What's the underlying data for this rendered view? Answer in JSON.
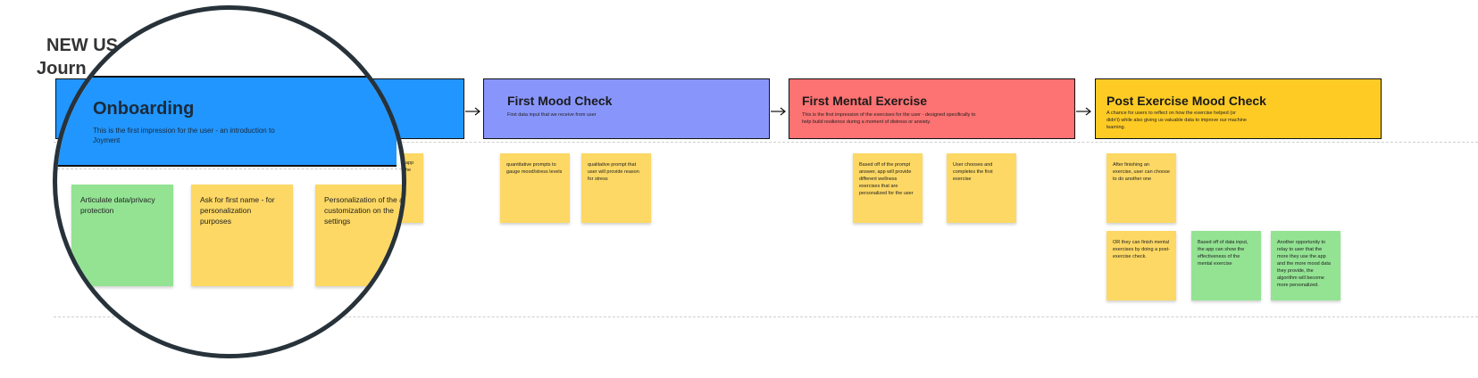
{
  "board": {
    "title_line1": "NEW US",
    "title_line2": "Journ"
  },
  "stages": [
    {
      "title": "Onboarding",
      "description": "This is the first impression for the user - an introduction to Joyment",
      "color": "#2196ff"
    },
    {
      "title": "First Mood Check",
      "description": "First data input that we receive from user",
      "color": "#8896fc"
    },
    {
      "title": "First Mental Exercise",
      "description": "This is the first impression of the exercises for the user - designed specifically to help build resilience during a moment of distress or anxiety.",
      "color": "#fd7272"
    },
    {
      "title": "Post Exercise Mood Check",
      "description": "A chance for users to reflect on how the exercise helped (or didn't) while also giving us valuable data to improve our machine learning.",
      "color": "#fecb25"
    }
  ],
  "notes": {
    "behind_lens": [
      "app",
      "he"
    ],
    "mood_check": [
      "quantitative prompts to gauge mood/stress levels",
      "qualitative prompt that user will provide reason for stress"
    ],
    "mental_exercise": [
      "Based off of the prompt answer, app will provide different wellness exercises that are personalized for the user",
      "User chooses and completes the first exercise"
    ],
    "post_exercise": [
      "After finishing an exercise, user can choose to do another one",
      "OR they can finish mental exercises by doing a post-exercise check.",
      "Based off of data input, the app can show the effectiveness of the mental exercise",
      "Another opportunity to relay to user that the more they use the app and the more mood data they provide, the algorithm will become more personalized."
    ]
  },
  "lens": {
    "title": "Onboarding",
    "description": "This is the first impression for the user - an introduction to Joyment",
    "notes": [
      "Articulate data/privacy protection",
      "Ask for first name - for personalization purposes",
      "Personalization of the a - customization on the settings"
    ],
    "border_color": "#27323a"
  },
  "colors": {
    "sticky_yellow": "#fdd864",
    "sticky_green": "#93e393"
  }
}
